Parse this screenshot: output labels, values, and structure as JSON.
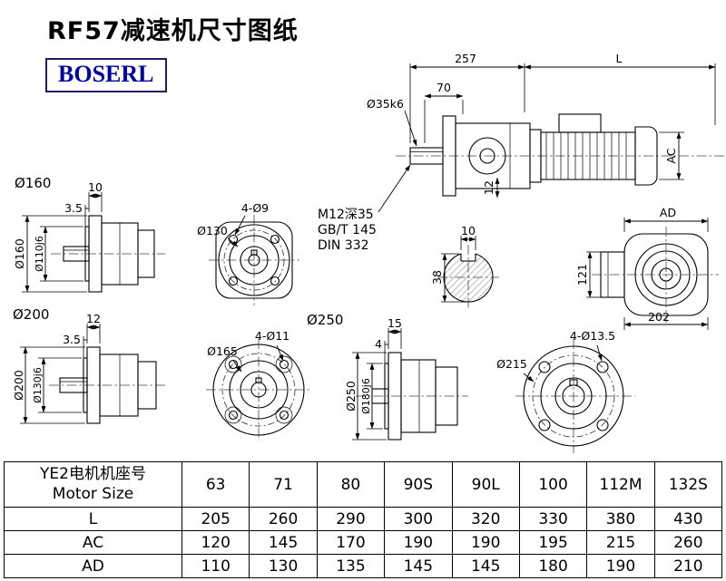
{
  "title": "RF57减速机尺寸图纸",
  "logo": "BOSERL",
  "views": {
    "main": {
      "dim257": "257",
      "dimL": "L",
      "dim70": "70",
      "shaft_dia": "Ø35k6",
      "dimAC": "AC",
      "dim12": "12",
      "note1": "M12深35",
      "note2": "GB/T 145",
      "note3": "DIN 332"
    },
    "flange160": {
      "label": "Ø160",
      "dim10": "10",
      "dim35": "3.5",
      "od": "Ø160",
      "spigot": "Ø110j6"
    },
    "face130": {
      "dia": "Ø130",
      "holes": "4-Ø9"
    },
    "shaft_section": {
      "key_width": "10",
      "depth": "38"
    },
    "motor_end": {
      "dimAD": "AD",
      "dim121": "121",
      "dim202": "202"
    },
    "flange200": {
      "label": "Ø200",
      "dim12": "12",
      "dim35": "3.5",
      "od": "Ø200",
      "spigot": "Ø130j6"
    },
    "face165": {
      "dia": "Ø165",
      "holes": "4-Ø11"
    },
    "flange250": {
      "label": "Ø250",
      "dim15": "15",
      "dim4": "4",
      "od": "Ø250",
      "spigot": "Ø180j6"
    },
    "face215": {
      "dia": "Ø215",
      "holes": "4-Ø13.5"
    }
  },
  "table": {
    "header_line1": "YE2电机机座号",
    "header_line2": "Motor Size",
    "sizes": [
      "63",
      "71",
      "80",
      "90S",
      "90L",
      "100",
      "112M",
      "132S"
    ],
    "rows": [
      {
        "label": "L",
        "values": [
          "205",
          "260",
          "290",
          "300",
          "320",
          "330",
          "380",
          "430"
        ]
      },
      {
        "label": "AC",
        "values": [
          "120",
          "145",
          "170",
          "190",
          "190",
          "195",
          "215",
          "260"
        ]
      },
      {
        "label": "AD",
        "values": [
          "110",
          "130",
          "135",
          "145",
          "145",
          "180",
          "190",
          "210"
        ]
      }
    ]
  }
}
